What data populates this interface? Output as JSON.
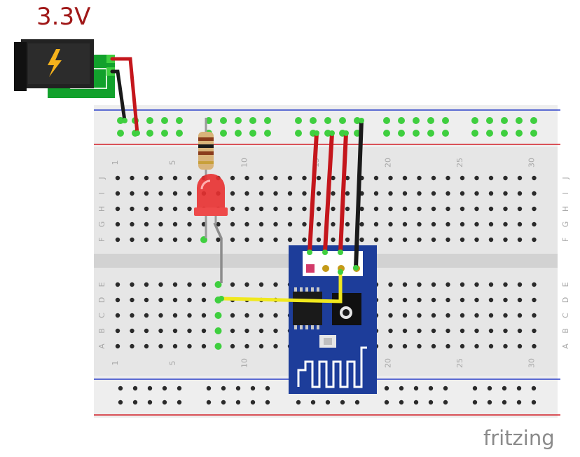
{
  "power": {
    "voltage": "3.3V"
  },
  "brand": {
    "name": "fritzing"
  },
  "breadboard": {
    "column_numbers": [
      "1",
      "5",
      "10",
      "15",
      "20",
      "25",
      "30"
    ],
    "row_letters_top": [
      "J",
      "I",
      "H",
      "G",
      "F"
    ],
    "row_letters_bottom": [
      "E",
      "D",
      "C",
      "B",
      "A"
    ]
  },
  "colors": {
    "power_wire": "#c4161c",
    "ground_wire": "#1a1a1a",
    "signal_wire": "#f0e81e",
    "led_lead_wire": "#8c8c8c",
    "rail_positive": "#d21f26",
    "rail_negative": "#2a3fc8",
    "module_pcb": "#1d3d9a",
    "barrel_jack_pcb": "#12a12c",
    "led": "#e83030",
    "active_hole": "#3fcf3f"
  },
  "components": {
    "barrel_jack": {
      "icon": "lightning-bolt-icon"
    },
    "module": {
      "antenna": "pcb-antenna-icon"
    }
  }
}
